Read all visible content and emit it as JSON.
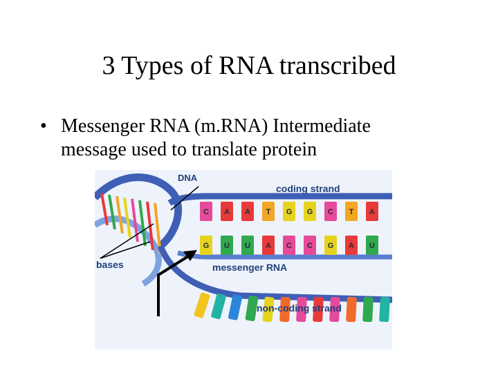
{
  "slide": {
    "title": "3 Types of RNA transcribed",
    "bullet_symbol": "•",
    "bullet_line1": "Messenger RNA (m.RNA) Intermediate",
    "bullet_line2": "message used to translate protein"
  },
  "figure": {
    "labels": {
      "dna": "DNA",
      "coding_strand": "coding strand",
      "messenger_rna": "messenger RNA",
      "bases": "bases",
      "non_coding_strand": "non-coding strand"
    },
    "coding_bases": [
      "C",
      "A",
      "A",
      "T",
      "G",
      "G",
      "C",
      "T",
      "A"
    ],
    "mrna_bases": [
      "G",
      "U",
      "U",
      "A",
      "C",
      "C",
      "G",
      "A",
      "U"
    ],
    "base_colors": {
      "A": "#e83a3a",
      "T": "#f2a623",
      "G": "#e6d31e",
      "C": "#e64a9a",
      "U": "#2fa84f"
    },
    "backbone_color": "#3e5fb5",
    "noncoding_colors": [
      "#f2c41e",
      "#22b3a3",
      "#2b86d9",
      "#2fa84f",
      "#e6d31e",
      "#f06a2c",
      "#e64a9a",
      "#e83a3a",
      "#e64a9a",
      "#f06a2c",
      "#2fa84f",
      "#22b3a3"
    ]
  }
}
